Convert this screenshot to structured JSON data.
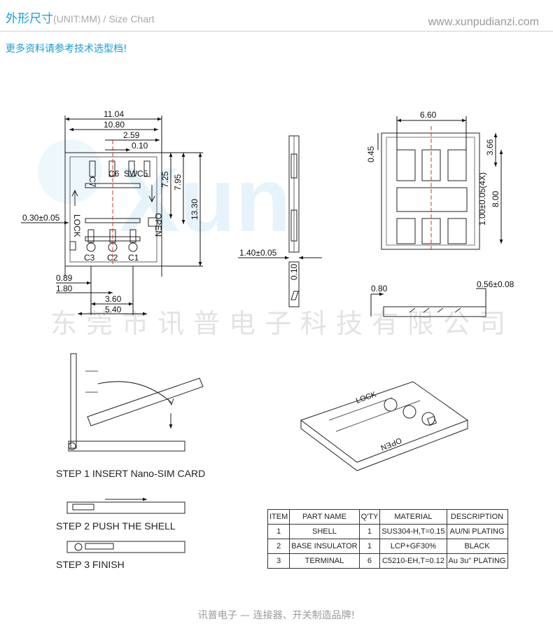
{
  "header": {
    "title_cn": "外形尺寸",
    "title_sub": "(UNIT:MM) / Size Chart",
    "website": "www.xunpudianzi.com",
    "caption": "更多资料请参考技术选型档!"
  },
  "watermark": {
    "logo_text": "Xun",
    "company_cn": "东莞市讯普电子科技有限公司"
  },
  "top_view": {
    "dims": {
      "overall_width": "11.04",
      "inner_width": "10.80",
      "offset_a": "2.59",
      "offset_b": "0.10",
      "height_a": "7.25",
      "height_b": "7.95",
      "height_total": "13.30",
      "left_margin": "0.30±0.05",
      "bottom_a": "0.89",
      "bottom_b": "1.80",
      "pitch_a": "3.60",
      "pitch_b": "5.40"
    },
    "pins_top": [
      "C7",
      "C6",
      "SW",
      "C5"
    ],
    "pins_bottom": [
      "C3",
      "C2",
      "C1"
    ],
    "side_labels": [
      "LOCK",
      "OPEN"
    ]
  },
  "side_view": {
    "dims": {
      "thickness": "1.40±0.05",
      "tab": "0.10"
    }
  },
  "pcb_view": {
    "dims": {
      "width": "6.60",
      "top_offset": "0.45",
      "right_offset": "3.66",
      "pad_pitch": "8.00",
      "pad_width": "1.00±0.05(4X)"
    }
  },
  "profile_view": {
    "dims": {
      "left": "0.80",
      "height": "0.56±0.08"
    }
  },
  "iso_view": {
    "labels": [
      "LOCK",
      "OPEN"
    ]
  },
  "steps": [
    {
      "label": "STEP 1 INSERT Nano-SIM CARD"
    },
    {
      "label": "STEP 2   PUSH THE SHELL"
    },
    {
      "label": "STEP 3  FINISH"
    }
  ],
  "parts_table": {
    "headers": [
      "ITEM",
      "PART NAME",
      "Q'TY",
      "MATERIAL",
      "DESCRIPTION"
    ],
    "rows": [
      [
        "1",
        "SHELL",
        "1",
        "SUS304-H,T=0.15",
        "AU/Ni PLATING"
      ],
      [
        "2",
        "BASE INSULATOR",
        "1",
        "LCP+GF30%",
        "BLACK"
      ],
      [
        "3",
        "TERMINAL",
        "6",
        "C5210-EH,T=0.12",
        "Au 3u\" PLATING"
      ]
    ]
  },
  "footer": "讯普电子 — 连接器、开关制造品牌!",
  "colors": {
    "accent": "#1a9bd9",
    "watermark": "#e6f3fb",
    "centerline": "#d9342b"
  }
}
